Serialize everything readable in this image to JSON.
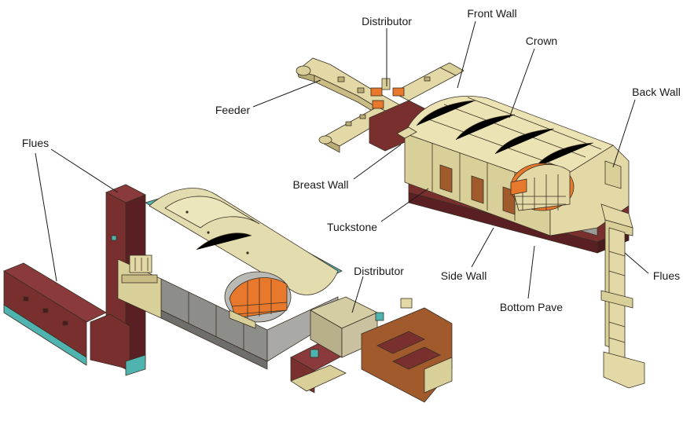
{
  "labels": {
    "distributor_top": "Distributor",
    "front_wall": "Front Wall",
    "crown": "Crown",
    "back_wall": "Back Wall",
    "feeder": "Feeder",
    "flues_left": "Flues",
    "breast_wall": "Breast Wall",
    "tuckstone": "Tuckstone",
    "flues_right": "Flues",
    "side_wall": "Side Wall",
    "distributor_bottom": "Distributor",
    "bottom_pave": "Bottom Pave"
  },
  "colors": {
    "refractory": "#e3d9a6",
    "refractory_dark": "#b9ad76",
    "brick_red": "#7a2f2f",
    "brick_red_dark": "#5a1f22",
    "crown_tan": "#ece3b5",
    "molten": "#e8782b",
    "steel_gray": "#9a9a96",
    "copper": "#a05a2c",
    "teal": "#4fb3b0"
  }
}
